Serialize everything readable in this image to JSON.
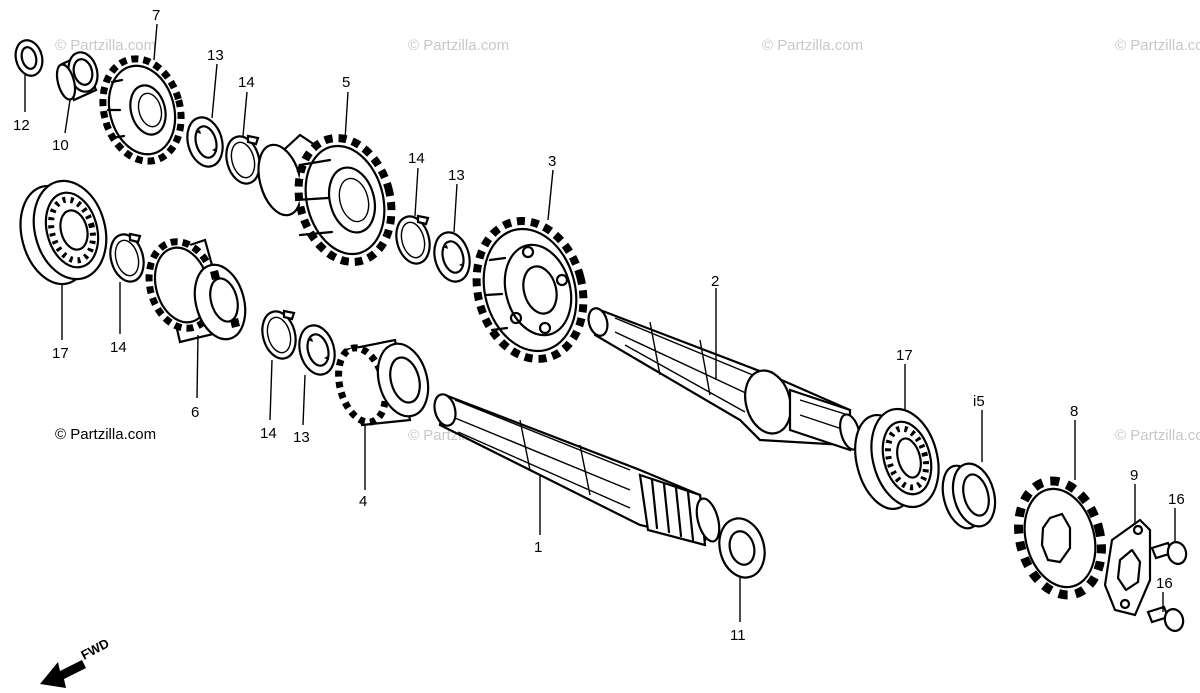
{
  "watermark": "© Partzilla.com",
  "copyright": "© Partzilla.com",
  "direction_label": "FWD",
  "callouts": {
    "c1": "1",
    "c2": "2",
    "c3": "3",
    "c4": "4",
    "c5": "5",
    "c6": "6",
    "c7": "7",
    "c8": "8",
    "c9": "9",
    "c10": "10",
    "c11": "11",
    "c12": "12",
    "c13a": "13",
    "c13b": "13",
    "c13c": "13",
    "c14a": "14",
    "c14b": "14",
    "c14c": "14",
    "c14d": "14",
    "c15": "i5",
    "c16a": "16",
    "c16b": "16",
    "c17a": "17",
    "c17b": "17"
  }
}
